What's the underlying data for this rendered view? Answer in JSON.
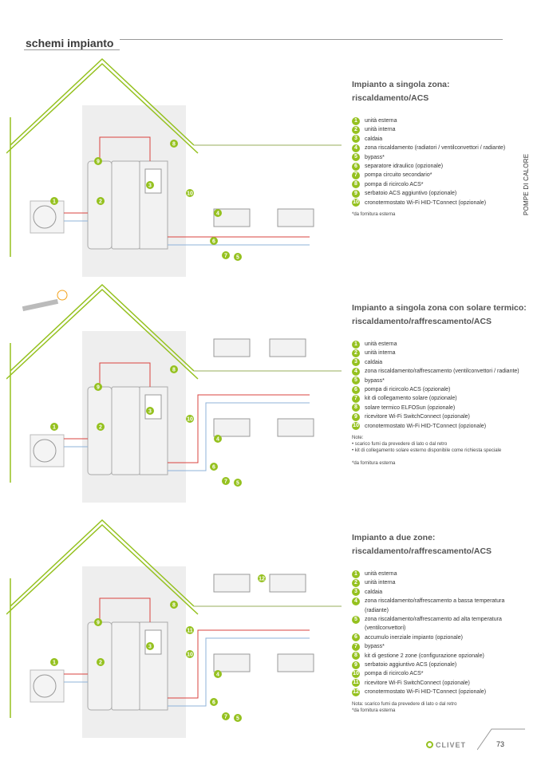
{
  "header": {
    "title": "schemi impianto"
  },
  "side_label": "POMPE DI CALORE",
  "sections": [
    {
      "title1": "Impianto a singola zona:",
      "title2": "riscaldamento/ACS",
      "items": [
        "unità esterna",
        "unità interna",
        "caldaia",
        "zona riscaldamento (radiatori / ventilconvettori / radiante)",
        "bypass*",
        "separatore idraulico (opzionale)",
        "pompa circuito secondario*",
        "pompa di ricircolo ACS*",
        "serbatoio ACS aggiuntivo (opzionale)",
        "cronotermostato Wi-Fi HID-TConnect (opzionale)"
      ],
      "notes": [
        "*da fornitura esterna"
      ]
    },
    {
      "title1": "Impianto a singola zona con solare termico:",
      "title2": "riscaldamento/raffrescamento/ACS",
      "items": [
        "unità esterna",
        "unità interna",
        "caldaia",
        "zona riscaldamento/raffrescamento (ventilconvettori / radiante)",
        "bypass*",
        "pompa di ricircolo ACS (opzionale)",
        "kit di collegamento solare (opzionale)",
        "solare termico ELFOSun (opzionale)",
        "ricevitore Wi-Fi SwitchConnect (opzionale)",
        "cronotermostato Wi-Fi HID-TConnect (opzionale)"
      ],
      "notes": [
        "Note:",
        "• scarico fumi da prevedere di lato o dal retro",
        "• kit di collegamento solare esterno disponibile come richiesta speciale",
        "",
        "*da fornitura esterna"
      ]
    },
    {
      "title1": "Impianto a due zone:",
      "title2": "riscaldamento/raffrescamento/ACS",
      "items": [
        "unità esterna",
        "unità interna",
        "caldaia",
        "zona riscaldamento/raffrescamento a bassa temperatura (radiante)",
        "zona riscaldamento/raffrescamento ad alta temperatura (ventilconvettori)",
        "accumulo inerziale impianto (opzionale)",
        "bypass*",
        "kit di gestione 2 zone (configurazione opzionale)",
        "serbatoio aggiuntivo ACS (opzionale)",
        "pompa di ricircolo ACS*",
        "ricevitore Wi-Fi SwitchConnect (opzionale)",
        "cronotermostato Wi-Fi HID-TConnect (opzionale)"
      ],
      "notes": [
        "Nota: scarico fumi da prevedere di lato o dal retro",
        "*da fornitura esterna"
      ]
    }
  ],
  "footer": {
    "brand": "CLIVET",
    "page": "73"
  },
  "colors": {
    "accent": "#95c11f",
    "hot": "#d9433f",
    "cold": "#8fb3d9",
    "wall": "#eeeeee"
  }
}
